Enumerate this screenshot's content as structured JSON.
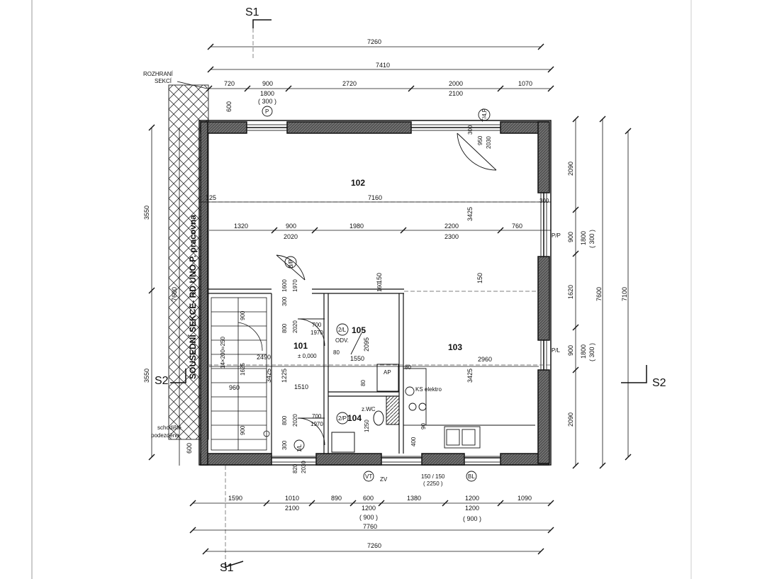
{
  "sections": {
    "s1_top": "S1",
    "s1_bottom": "S1",
    "s2_left": "S2",
    "s2_right": "S2"
  },
  "annotations": {
    "rozhrani_1": "ROZHRANÍ",
    "rozhrani_2": "SEKCÍ",
    "neighbour": "SOUSEDNÍ SEKCE- RD UNO P. pracovna",
    "stair_1": "schodiště",
    "stair_2": "podezděno"
  },
  "rooms": {
    "r102": "102",
    "r103": "103",
    "r101": "101",
    "r101_level": "± 0,000",
    "r105": "105",
    "r104": "104",
    "odv": "ODV.",
    "ap": "AP",
    "ks_elektro": "KS elektro",
    "zwc": "z.WC",
    "zv": "ZV"
  },
  "markers": {
    "p": "P",
    "vt": "VT",
    "bl": "BL",
    "pl": "P/L",
    "pp": "P/P",
    "t4p": "T/4,P",
    "d3p": "3/P",
    "d2l": "2/L",
    "d2p": "2/P",
    "d1l": "1/L"
  },
  "dims_top": {
    "total_7260": "7260",
    "total_7410": "7410",
    "s720": "720",
    "s900": "900",
    "s1800": "1800",
    "s300": "( 300 )",
    "s2720": "2720",
    "s2000": "2000",
    "s2100": "2100",
    "s1070": "1070",
    "s600": "600"
  },
  "dims_mid": {
    "m7160": "7160",
    "m125": "125",
    "m1320": "1320",
    "m900": "900",
    "m2020": "2020",
    "m1980": "1980",
    "m2200": "2200",
    "m2300": "2300",
    "m760": "760",
    "m3425": "3425",
    "m150a": "150",
    "m150b": "150",
    "m2960": "2960"
  },
  "dims_inner": {
    "d700a": "700",
    "d1970a": "1970",
    "d700b": "700",
    "d1970b": "1970",
    "d80a": "80",
    "d80b": "80",
    "d80c": "80",
    "d1550": "1550",
    "d1510": "1510",
    "d2490": "2490",
    "d960": "960",
    "d2095": "2095",
    "d1250": "1250",
    "d300a": "300",
    "d300b": "300",
    "d300c": "300",
    "d300d": "300",
    "d800a": "800",
    "d800b": "800",
    "d2020a": "2020",
    "d2020b": "2020",
    "d1225": "1225",
    "d3425": "3425",
    "d3425b": "3425",
    "d900a": "900",
    "d900b": "900",
    "d1625": "1625",
    "d14": "14×200=250",
    "d600": "600",
    "d820": "820",
    "d2030": "2030",
    "d950": "950",
    "d2030b": "2030",
    "d400": "400",
    "d90": "90",
    "d1600": "1600",
    "d1970c": "1970",
    "d160": "160",
    "slope": "150 / 150",
    "slope2": "( 2250 )"
  },
  "dims_left": {
    "l3550a": "3550",
    "l3550b": "3550",
    "l7600": "7600"
  },
  "dims_right": {
    "r2090a": "2090",
    "r900a": "900",
    "r1800a": "1800",
    "r300a": "( 300 )",
    "r1620": "1620",
    "r900b": "900",
    "r1800b": "1800",
    "r300b": "( 300 )",
    "r2090b": "2090",
    "r7600": "7600",
    "r7100": "7100"
  },
  "dims_bottom": {
    "b1590": "1590",
    "b1010": "1010",
    "b2100a": "2100",
    "b890": "890",
    "b600": "600",
    "b1200a": "1200",
    "b900": "( 900 )",
    "b1380": "1380",
    "b1200b": "1200",
    "b1200c": "1200",
    "b900b": "( 900 )",
    "b1090": "1090",
    "b7760": "7760",
    "b7260": "7260"
  }
}
